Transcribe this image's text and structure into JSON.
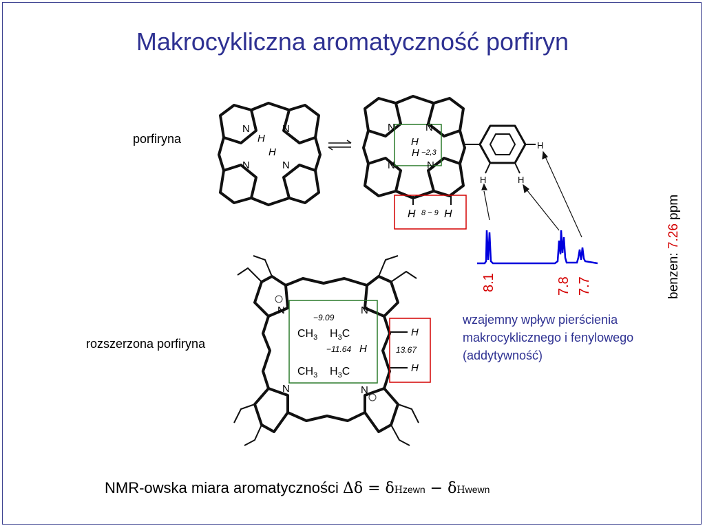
{
  "slide": {
    "title": "Makrocykliczna aromatyczność porfiryn",
    "label_porphyrin": "porfiryna",
    "label_expanded": "rozszerzona porfiryna",
    "note_lines": [
      "wzajemny wpływ  pierścienia",
      "makrocyklicznego i fenylowego",
      "(addytywność)"
    ],
    "benzene_prefix": "benzen: ",
    "benzene_value": "7.26",
    "benzene_unit": " ppm",
    "peaks": [
      "8.1",
      "7.8",
      "7.7"
    ],
    "formula_text": "NMR-owska miara aromatyczności ",
    "formula_delta": "Δδ = δ",
    "formula_sub1": "zewn",
    "formula_minus": " − δ",
    "formula_sub2": "wewn",
    "formula_h1": "H",
    "formula_h2": "H"
  },
  "structures": {
    "atom_n": "N",
    "atom_h": "H",
    "inner_shift": "−2,3",
    "outer_shift": "8 − 9",
    "ch3": "CH",
    "h3c": "H",
    "sub3": "3",
    "carbon": "C",
    "shift_909": "−9.09",
    "shift_1164": "−11.64",
    "shift_1367": "13.67"
  },
  "colors": {
    "title": "#2e3192",
    "spectrum": "#0000dd",
    "peak_label": "#d40000",
    "green_box": "#2a7a2a",
    "red_box": "#d40000"
  }
}
